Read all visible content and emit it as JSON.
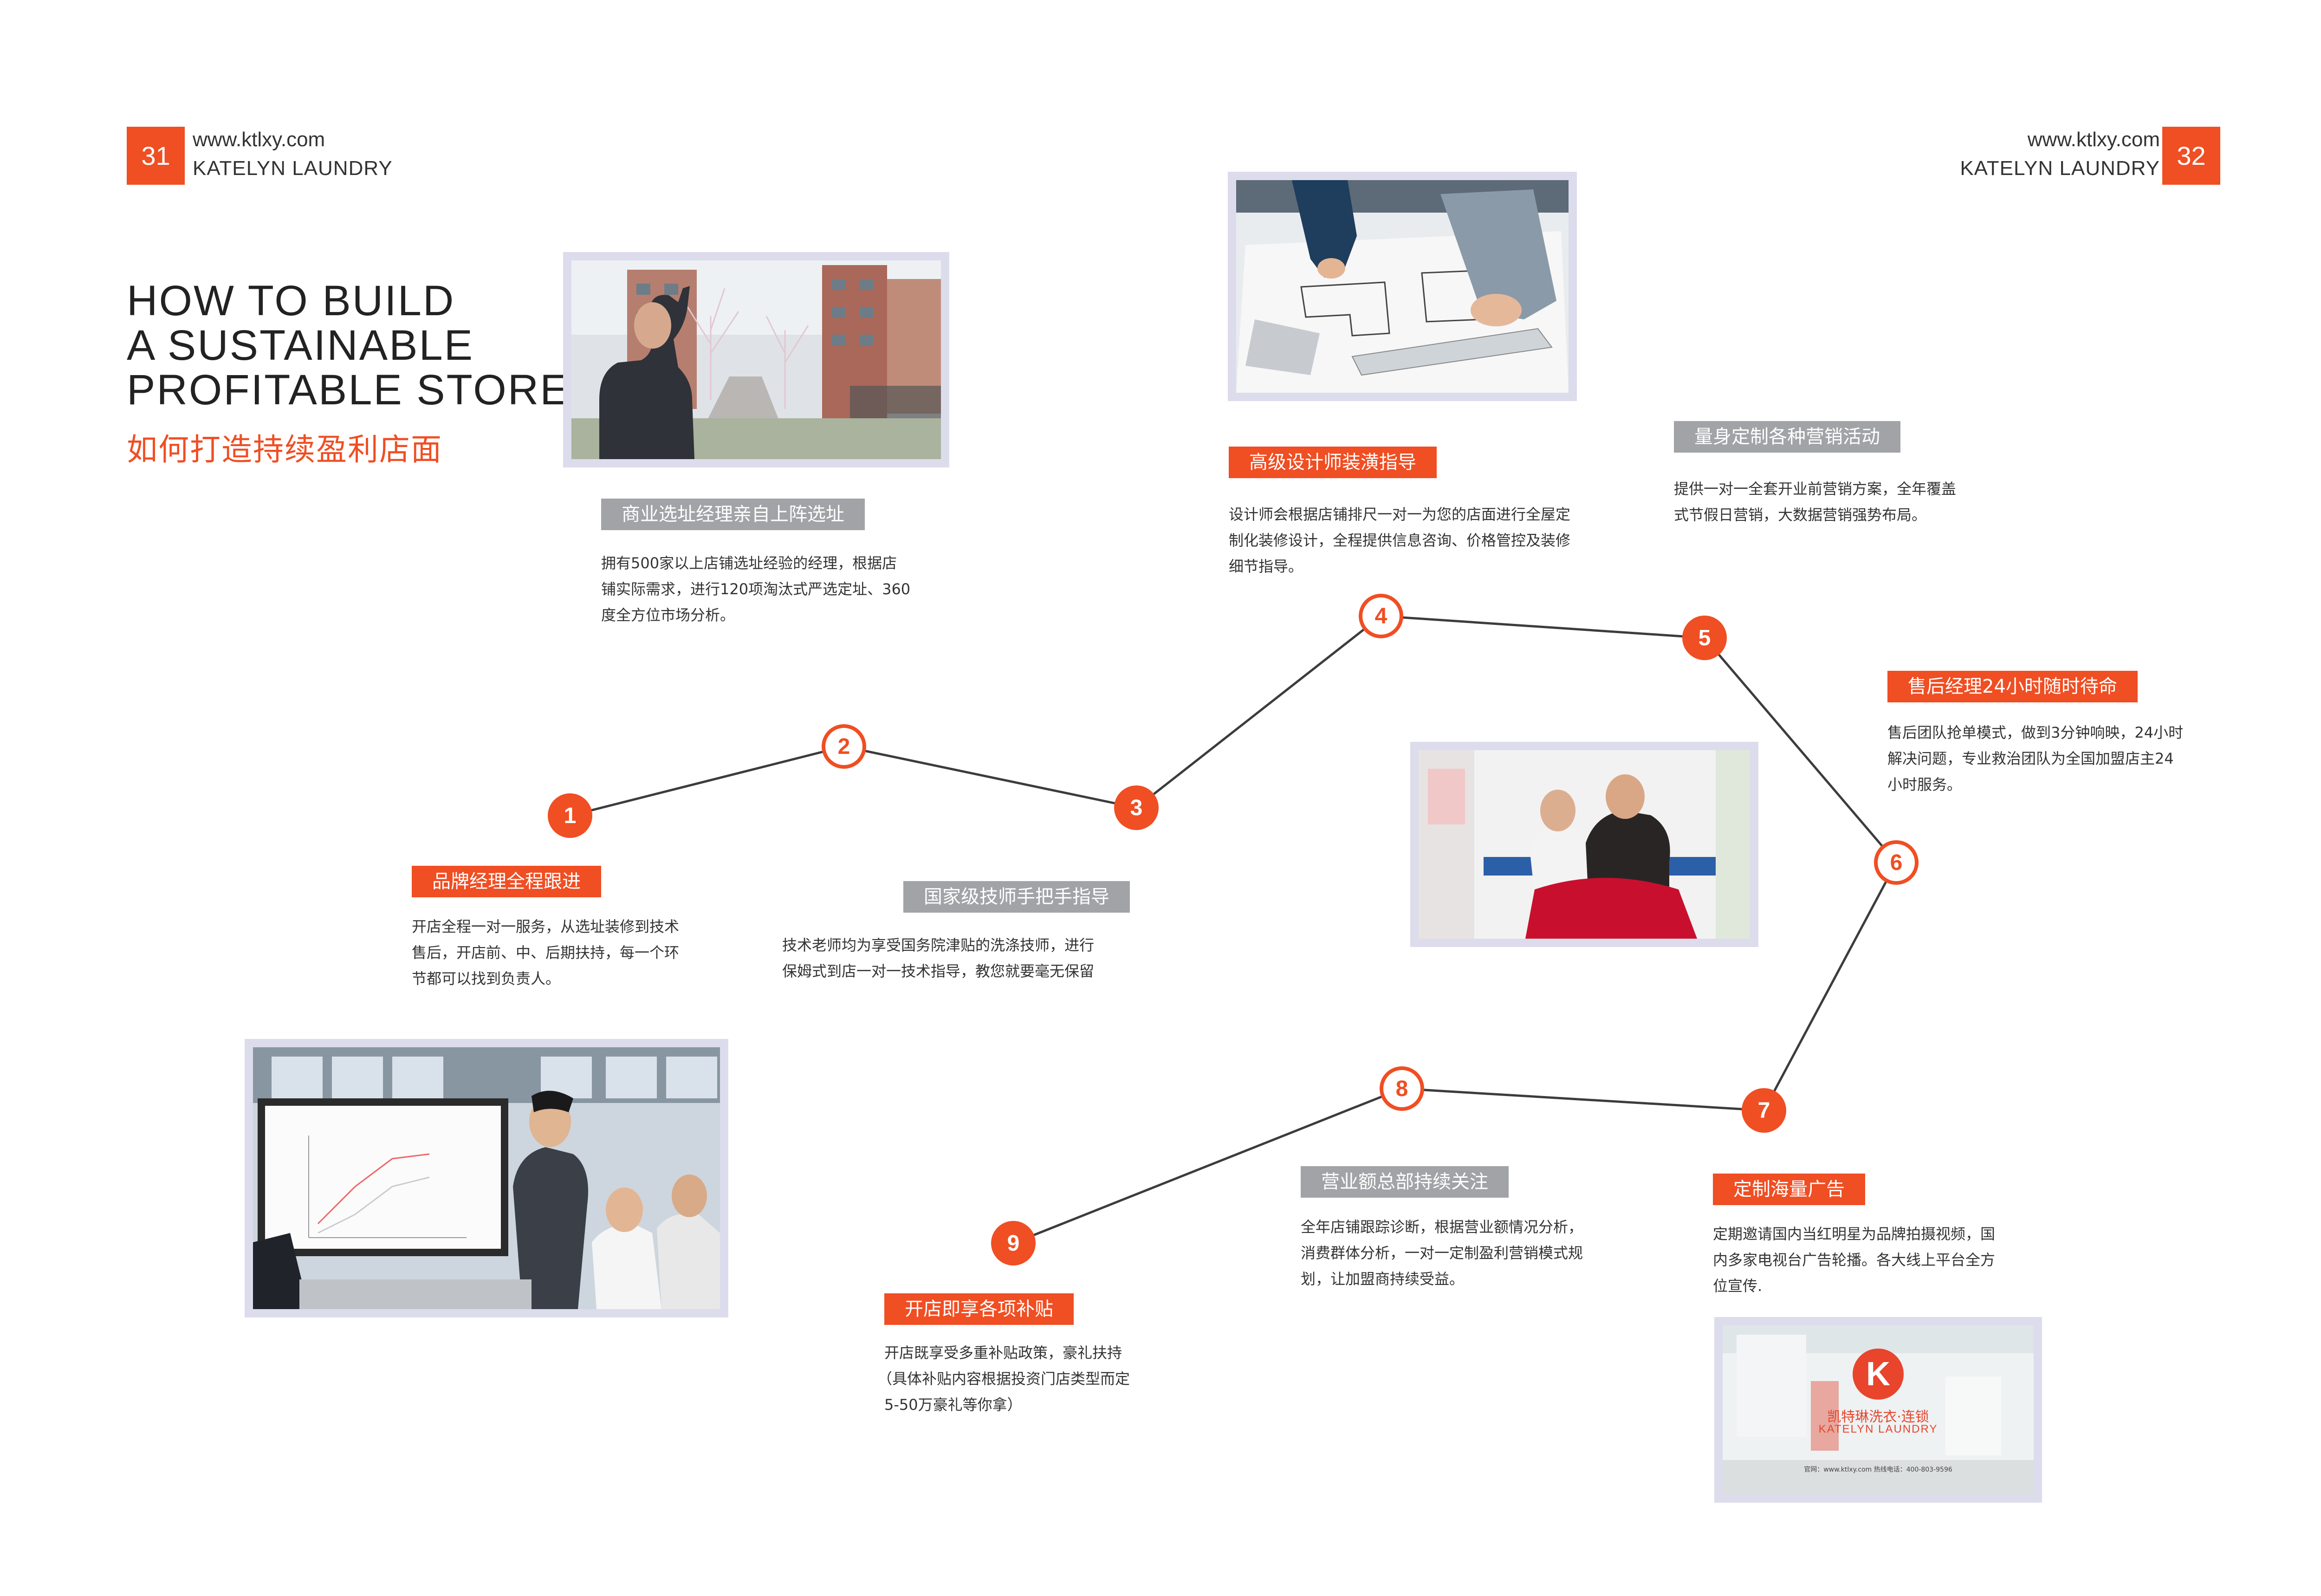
{
  "header": {
    "left": {
      "page": "31",
      "url": "www.ktlxy.com",
      "brand": "KATELYN LAUNDRY"
    },
    "right": {
      "page": "32",
      "url": "www.ktlxy.com",
      "brand": "KATELYN LAUNDRY"
    }
  },
  "title": {
    "en": [
      "HOW TO BUILD",
      "A SUSTAINABLE",
      "PROFITABLE STORE"
    ],
    "cn": "如何打造持续盈利店面"
  },
  "steps": [
    {
      "num": "1",
      "label": "品牌经理全程跟进",
      "desc": [
        "开店全程一对一服务，从选址装修到技术",
        "售后，开店前、中、后期扶持，每一个环",
        "节都可以找到负责人。"
      ]
    },
    {
      "num": "2",
      "label": "商业选址经理亲自上阵选址",
      "desc": [
        "拥有500家以上店铺选址经验的经理，根据店",
        "铺实际需求，进行120项淘汰式严选定址、360",
        "度全方位市场分析。"
      ]
    },
    {
      "num": "3",
      "label": "国家级技师手把手指导",
      "desc": [
        "技术老师均为享受国务院津贴的洗涤技师，进行",
        "保姆式到店一对一技术指导，教您就要毫无保留"
      ]
    },
    {
      "num": "4",
      "label": "高级设计师装潢指导",
      "desc": [
        "设计师会根据店铺排尺一对一为您的店面进行全屋定",
        "制化装修设计，全程提供信息咨询、价格管控及装修",
        "细节指导。"
      ]
    },
    {
      "num": "5",
      "label": "量身定制各种营销活动",
      "desc": [
        "提供一对一全套开业前营销方案，全年覆盖",
        "式节假日营销，大数据营销强势布局。"
      ]
    },
    {
      "num": "6",
      "label": "售后经理24小时随时待命",
      "desc": [
        "售后团队抢单模式，做到3分钟响映，24小时",
        "解决问题，专业救治团队为全国加盟店主24",
        "小时服务。"
      ]
    },
    {
      "num": "7",
      "label": "定制海量广告",
      "desc": [
        "定期邀请国内当红明星为品牌拍摄视频，国",
        "内多家电视台广告轮播。各大线上平台全方",
        "位宣传."
      ]
    },
    {
      "num": "8",
      "label": "营业额总部持续关注",
      "desc": [
        "全年店铺跟踪诊断，根据营业额情况分析，",
        "消费群体分析，一对一定制盈利营销模式规",
        "划，让加盟商持续受益。"
      ]
    },
    {
      "num": "9",
      "label": "开店即享各项补贴",
      "desc": [
        "开店既享受多重补贴政策，豪礼扶持",
        "（具体补贴内容根据投资门店类型而定",
        "5-50万豪礼等你拿）"
      ]
    }
  ],
  "ad_card": {
    "brand_cn": "凯特琳洗衣·连锁",
    "brand_en": "KATELYN LAUNDRY",
    "footer": "官网：www.ktlxy.com    热线电话：400-803-9596"
  },
  "colors": {
    "accent": "#f04e23",
    "grey_label": "#a2a3a7",
    "frame": "#dcdcec",
    "line": "#3c3c3c"
  }
}
